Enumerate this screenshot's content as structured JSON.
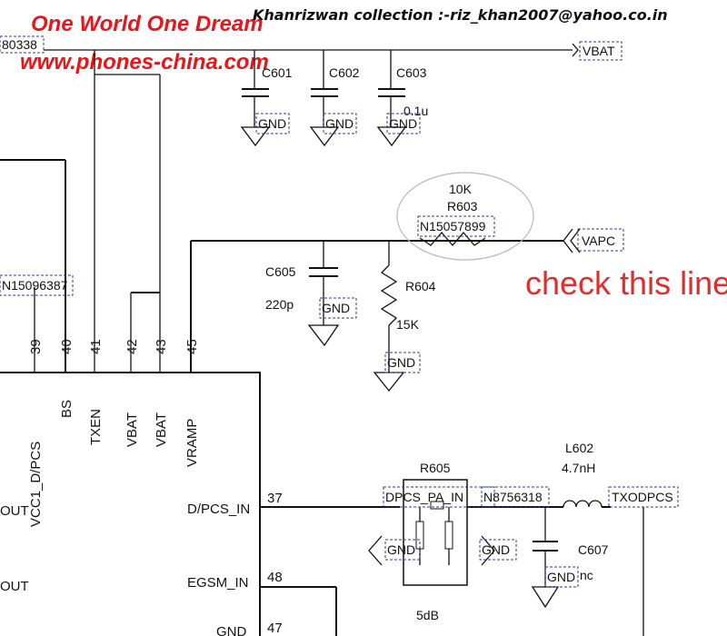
{
  "header": {
    "brand_line1": "One World One Dream",
    "brand_line2": "www.phones-china.com",
    "collection": "Khanrizwan collection :-riz_khan2007@yahoo.co.in"
  },
  "annotation": {
    "note": "check this line"
  },
  "nets": {
    "vbat": "VBAT",
    "vapc": "VAPC",
    "txodpcs": "TXODPCS",
    "n15057899": "N15057899",
    "n15096387": "N15096387",
    "n8756318": "N8756318",
    "n80338_partial": "80338",
    "dpcs_pa_in": "DPCS_PA_IN",
    "gnd": "GND"
  },
  "components": {
    "c601": "C601",
    "c602": "C602",
    "c603": "C603",
    "c603_value": "0.1u",
    "c605": "C605",
    "c605_value": "220p",
    "r603": "R603",
    "r603_value": "10K",
    "r604": "R604",
    "r604_value": "15K",
    "r605": "R605",
    "r605_value": "5dB",
    "l602": "L602",
    "l602_value": "4.7nH",
    "c607": "C607",
    "c607_value": "nc"
  },
  "chip_pins": {
    "top": [
      {
        "num": "39",
        "name": "VCC1_D/PCS"
      },
      {
        "num": "40",
        "name": "BS"
      },
      {
        "num": "41",
        "name": "TXEN"
      },
      {
        "num": "42",
        "name": "VBAT"
      },
      {
        "num": "43",
        "name": "VBAT"
      },
      {
        "num": "45",
        "name": "VRAMP"
      }
    ],
    "right": [
      {
        "num": "37",
        "name": "D/PCS_IN"
      },
      {
        "num": "48",
        "name": "EGSM_IN"
      },
      {
        "num": "47",
        "name": "GND"
      }
    ],
    "left_partial": [
      {
        "name": "OUT"
      },
      {
        "name": "OUT"
      }
    ]
  }
}
